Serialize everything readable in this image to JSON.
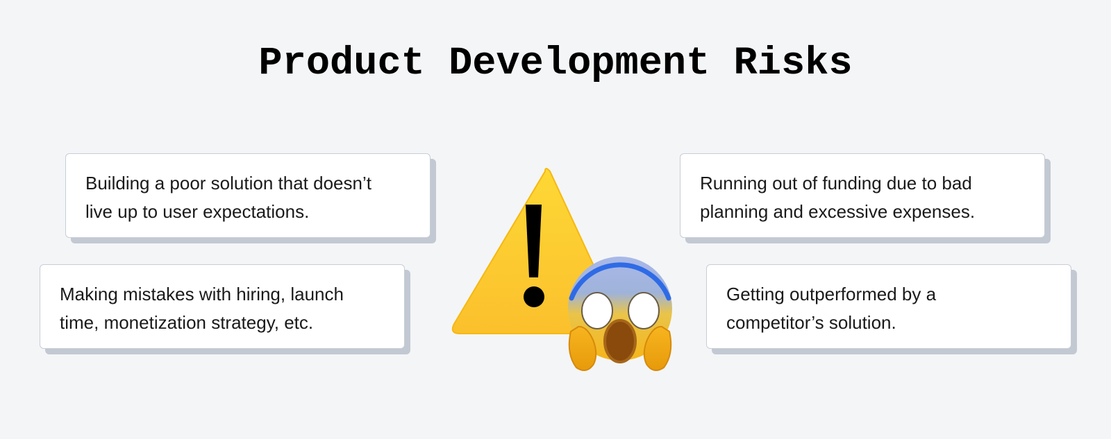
{
  "title": "Product Development Risks",
  "colors": {
    "background": "#f4f5f7",
    "card_background": "#ffffff",
    "card_border": "#c8cdd6",
    "card_shadow": "#c3c9d2",
    "warning_yellow": "#fcc419",
    "text": "#1a1a1a"
  },
  "risks": [
    {
      "lines": [
        "Building a poor solution that doesn’t",
        "live up to user expectations."
      ]
    },
    {
      "lines": [
        "Making mistakes with hiring, launch",
        "time, monetization strategy, etc."
      ]
    },
    {
      "lines": [
        "Running out of funding due to bad",
        "planning and excessive expenses."
      ]
    },
    {
      "lines": [
        "Getting outperformed by a",
        "competitor’s solution."
      ]
    }
  ],
  "icons": {
    "center": [
      "warning-triangle-icon",
      "screaming-face-emoji-icon"
    ]
  }
}
